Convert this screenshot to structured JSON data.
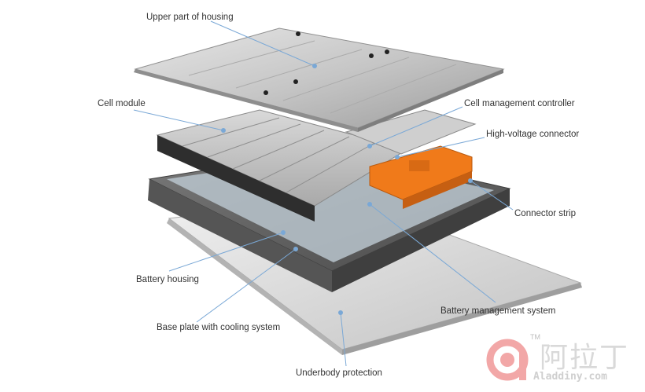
{
  "labels": {
    "upper_housing": "Upper part of housing",
    "cell_module": "Cell module",
    "cell_mgmt_controller": "Cell management controller",
    "hv_connector": "High-voltage connector",
    "connector_strip": "Connector strip",
    "battery_housing": "Battery housing",
    "bms": "Battery management system",
    "base_plate": "Base plate with cooling system",
    "underbody": "Underbody protection"
  },
  "watermark": {
    "text_cn": "阿拉丁",
    "trademark": "TM",
    "url": "Aladdiny.com"
  },
  "colors": {
    "callout_line": "#7aa8d6",
    "callout_dot": "#7aa8d6",
    "connector_orange": "#f07a1a",
    "plate_gray": "#c9c9c9",
    "housing_dark": "#5a5a5a",
    "watermark_pink": "#f2a7a7"
  }
}
